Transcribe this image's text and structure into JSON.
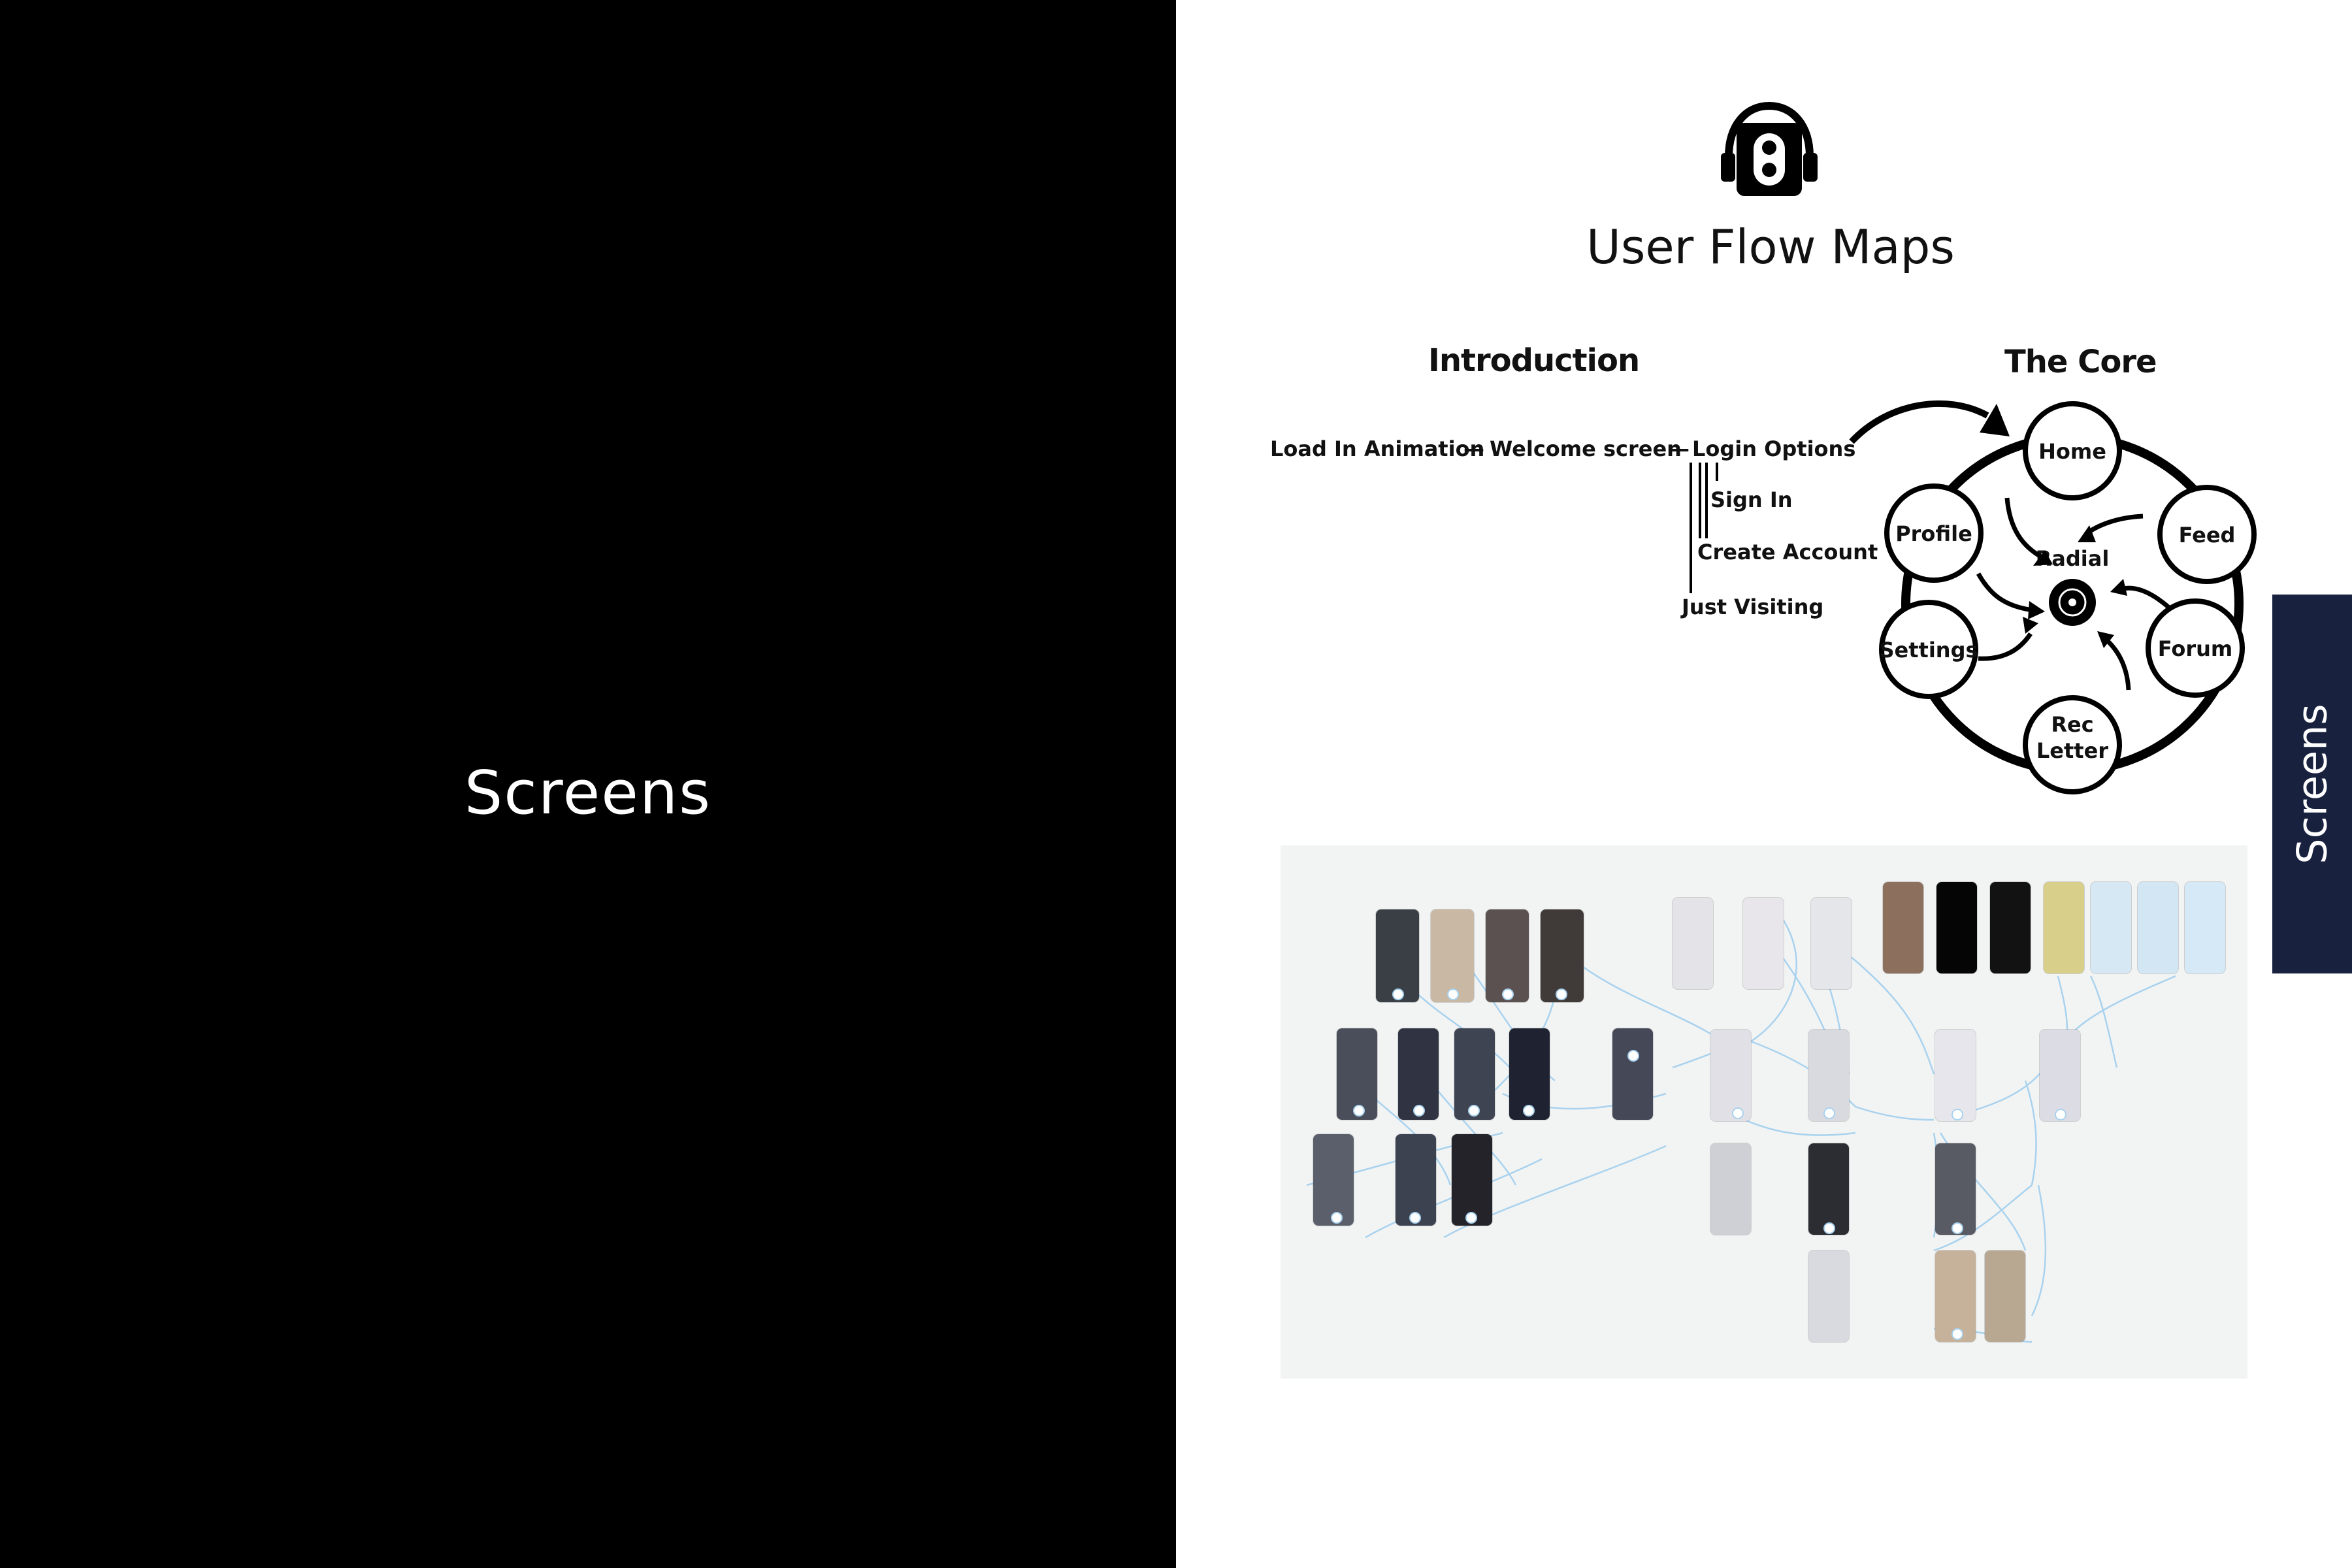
{
  "left_panel": {
    "title": "Screens"
  },
  "side_tab": {
    "label": "Screens"
  },
  "header": {
    "title": "User Flow Maps",
    "icon": "headphones-cassette-icon"
  },
  "introduction": {
    "heading": "Introduction",
    "flow": {
      "load_in": "Load In Animation",
      "sep1": "—",
      "welcome": "Welcome screen",
      "sep2": "—",
      "login_options": "Login Options",
      "sign_in": "Sign In",
      "create_account": "Create Account",
      "just_visiting": "Just Visiting"
    }
  },
  "core": {
    "heading": "The Core",
    "center": {
      "label": "Radial",
      "icon": "vinyl-record-icon"
    },
    "nodes": {
      "home": "Home",
      "feed": "Feed",
      "forum": "Forum",
      "rec_letter_1": "Rec",
      "rec_letter_2": "Letter",
      "settings": "Settings",
      "profile": "Profile"
    }
  },
  "colors": {
    "left_bg": "#000000",
    "side_tab_bg": "#18223f",
    "map_bg": "#f2f4f4",
    "connector": "#a9d2ee"
  }
}
